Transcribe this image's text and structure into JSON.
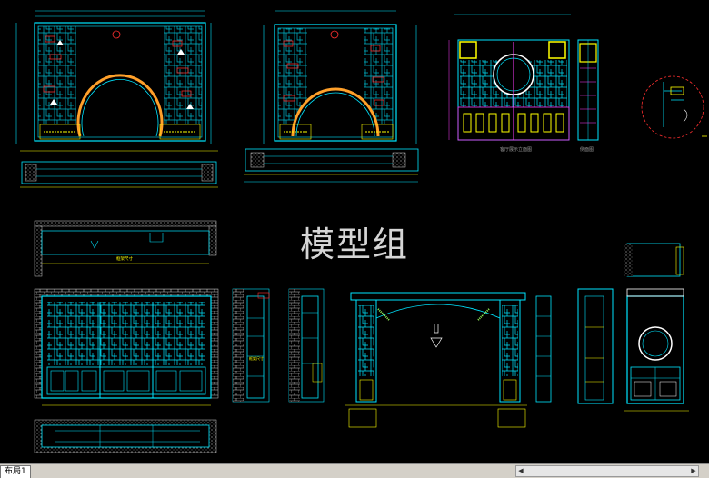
{
  "watermark": "模型组",
  "drawing_labels": {
    "front_elevation": "客厅展示立面图",
    "side_elevation": "侧面图",
    "frame_label_1": "框架尺寸",
    "frame_label_2": "框架尺寸"
  },
  "status": {
    "layout_tab": "布局1"
  },
  "colors": {
    "background": "#000000",
    "cyan": "#00e5ff",
    "white": "#ffffff",
    "yellow": "#ffff00",
    "magenta": "#ff3cff",
    "red": "#ff3030",
    "orange": "#ffa02a",
    "gray": "#9a9a9a"
  }
}
